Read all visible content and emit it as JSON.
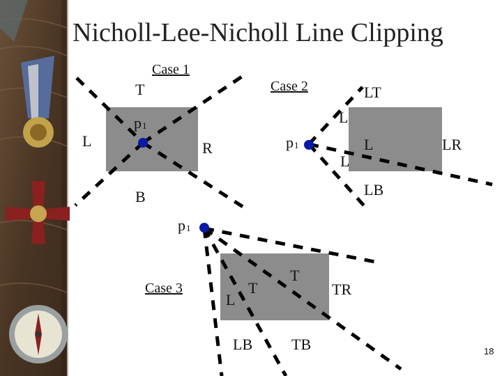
{
  "title": "Nicholl-Lee-Nicholl Line Clipping",
  "page_number": "18",
  "colors": {
    "rect_fill": "#8c8c8c",
    "line": "#000000",
    "point": "#0a1aa8"
  },
  "case1": {
    "label": "Case 1",
    "regions": {
      "top": "T",
      "left": "L",
      "right": "R",
      "bottom": "B"
    },
    "point_label": "p",
    "point_sub": "1"
  },
  "case2": {
    "label": "Case 2",
    "regions": {
      "lt": "LT",
      "l_top": "L",
      "l_mid": "L",
      "l_low": "L",
      "lr": "LR",
      "lb": "LB"
    },
    "point_label": "p",
    "point_sub": "1"
  },
  "case3": {
    "label": "Case 3",
    "regions": {
      "t_top": "T",
      "l": "L",
      "t_mid": "T",
      "tr": "TR",
      "lb": "LB",
      "tb": "TB"
    },
    "point_label": "p",
    "point_sub": "1"
  }
}
